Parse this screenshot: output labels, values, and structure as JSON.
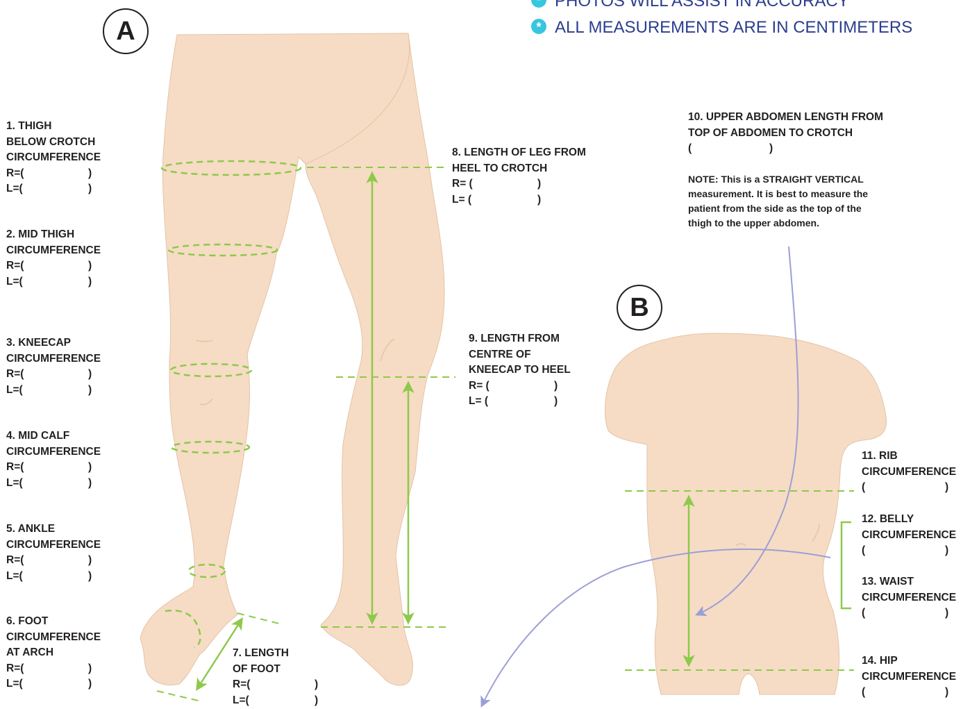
{
  "header": {
    "tip_partial": "PHOTOS WILL ASSIST IN ACCURACY",
    "tip_units": "ALL MEASUREMENTS ARE IN CENTIMETERS",
    "tip_bullet": "*"
  },
  "badges": {
    "a": "A",
    "b": "B"
  },
  "legs": {
    "thigh_crotch": {
      "lines": [
        "1. THIGH",
        "BELOW CROTCH",
        "CIRCUMFERENCE"
      ],
      "r": "R=(",
      "l": "L=(",
      "close": ")"
    },
    "mid_thigh": {
      "lines": [
        "2. MID THIGH",
        "CIRCUMFERENCE"
      ],
      "r": "R=(",
      "l": "L=(",
      "close": ")"
    },
    "kneecap": {
      "lines": [
        "3. KNEECAP",
        "CIRCUMFERENCE"
      ],
      "r": "R=(",
      "l": "L=(",
      "close": ")"
    },
    "mid_calf": {
      "lines": [
        "4. MID CALF",
        "CIRCUMFERENCE"
      ],
      "r": "R=(",
      "l": "L=(",
      "close": ")"
    },
    "ankle": {
      "lines": [
        "5. ANKLE",
        "CIRCUMFERENCE"
      ],
      "r": "R=(",
      "l": "L=(",
      "close": ")"
    },
    "foot_arch": {
      "lines": [
        "6. FOOT",
        "CIRCUMFERENCE",
        "AT ARCH"
      ],
      "r": "R=(",
      "l": "L=(",
      "close": ")"
    },
    "foot_length": {
      "lines": [
        "7. LENGTH",
        "OF FOOT"
      ],
      "r": "R=(",
      "l": "L=(",
      "close": ")"
    },
    "leg_length": {
      "lines": [
        "8. LENGTH OF LEG FROM",
        "HEEL TO CROTCH"
      ],
      "r": "R= (",
      "l": "L= (",
      "close": ")"
    },
    "knee_heel": {
      "lines": [
        "9. LENGTH FROM",
        "CENTRE OF",
        "KNEECAP TO HEEL"
      ],
      "r": "R= (",
      "l": "L= (",
      "close": ")"
    }
  },
  "torso": {
    "abdomen_length": {
      "lines": [
        "10. UPPER ABDOMEN LENGTH FROM",
        "TOP OF ABDOMEN TO CROTCH"
      ],
      "open": "(",
      "close": ")",
      "note": [
        "NOTE: This is a STRAIGHT VERTICAL",
        "measurement. It is best to measure the",
        "patient from the side as the top of the",
        "thigh to the upper abdomen."
      ]
    },
    "rib": {
      "lines": [
        "11. RIB",
        "CIRCUMFERENCE"
      ],
      "open": "(",
      "close": ")"
    },
    "belly": {
      "lines": [
        "12. BELLY",
        "CIRCUMFERENCE"
      ],
      "open": "(",
      "close": ")"
    },
    "waist": {
      "lines": [
        "13. WAIST",
        "CIRCUMFERENCE"
      ],
      "open": "(",
      "close": ")"
    },
    "hip": {
      "lines": [
        "14. HIP",
        "CIRCUMFERENCE"
      ],
      "open": "(",
      "close": ")"
    }
  },
  "colors": {
    "skin": "#f6dcc4",
    "skin_line": "#e3c3a8",
    "measure_green": "#8dc94a",
    "arrow_purple": "#9b9fd6",
    "tip_blue": "#2b3d8f",
    "bullet_cyan": "#37c6e0"
  }
}
